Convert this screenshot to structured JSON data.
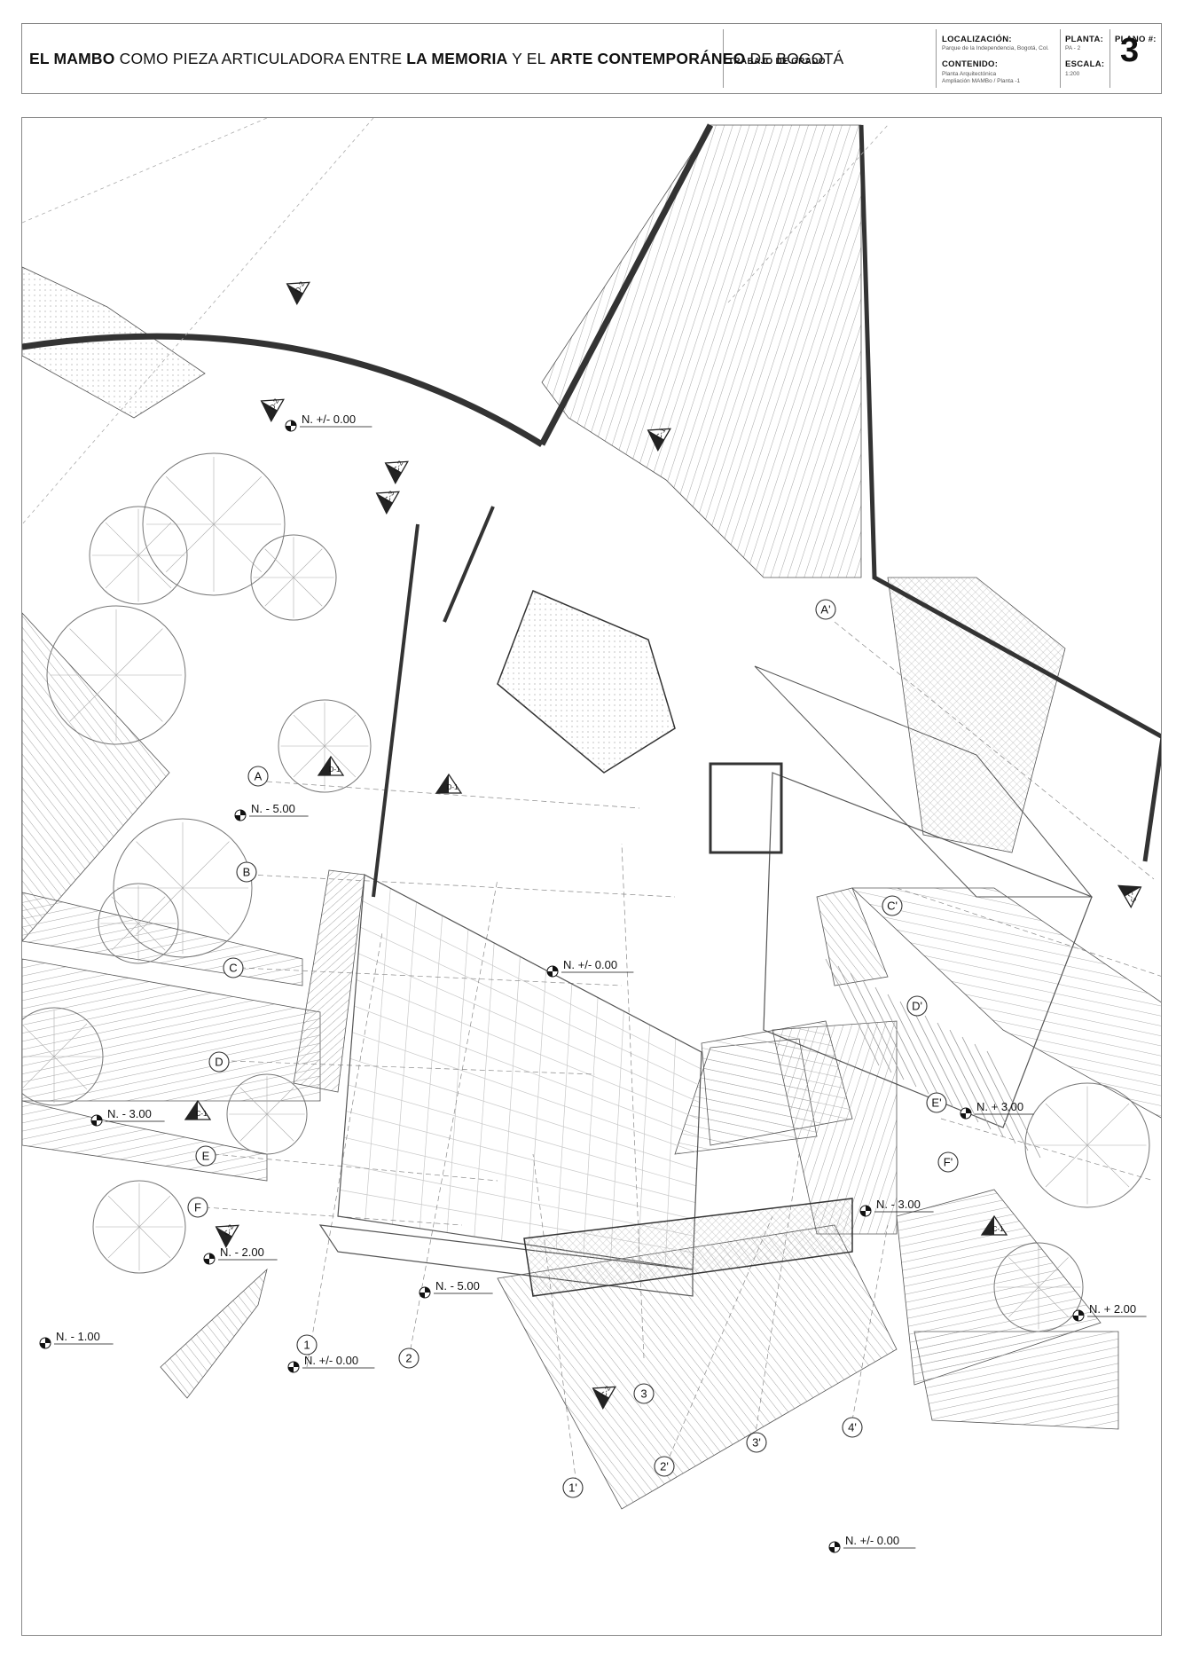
{
  "title_block": {
    "title_parts": [
      {
        "text": "EL MAMBO",
        "bold": true
      },
      {
        "text": " COMO PIEZA ARTICULADORA ENTRE ",
        "bold": false
      },
      {
        "text": "LA MEMORIA",
        "bold": true
      },
      {
        "text": " Y EL ",
        "bold": false
      },
      {
        "text": "ARTE CONTEMPORÁNEO",
        "bold": true
      },
      {
        "text": " DE BOGOTÁ",
        "bold": false
      }
    ],
    "subtitle": "TRABAJO DE GRADO",
    "localizacion_label": "LOCALIZACIÓN:",
    "localizacion_value": "Parque de la Independencia, Bogotá, Col.",
    "contenido_label": "CONTENIDO:",
    "contenido_line1": "Planta Arquitectónica",
    "contenido_line2": "Ampliación MAMBo / Planta -1",
    "planta_label": "PLANTA:",
    "planta_value": "PA - 2",
    "escala_label": "ESCALA:",
    "escala_value": "1:200",
    "plano_label": "PLANO #:",
    "plano_value": "3"
  },
  "level_markers": [
    {
      "id": "lvl-1",
      "label": "N. +/- 0.00"
    },
    {
      "id": "lvl-2",
      "label": "N. - 5.00"
    },
    {
      "id": "lvl-3",
      "label": "N. +/- 0.00"
    },
    {
      "id": "lvl-4",
      "label": "N. - 3.00"
    },
    {
      "id": "lvl-5",
      "label": "N. - 2.00"
    },
    {
      "id": "lvl-6",
      "label": "N. - 1.00"
    },
    {
      "id": "lvl-7",
      "label": "N. +/- 0.00"
    },
    {
      "id": "lvl-8",
      "label": "N. - 5.00"
    },
    {
      "id": "lvl-9",
      "label": "N. + 3.00"
    },
    {
      "id": "lvl-10",
      "label": "N. - 3.00"
    },
    {
      "id": "lvl-11",
      "label": "N. + 2.00"
    },
    {
      "id": "lvl-12",
      "label": "N. +/- 0.00"
    }
  ],
  "grid_bubbles": [
    {
      "id": "gA",
      "label": "A"
    },
    {
      "id": "gB",
      "label": "B"
    },
    {
      "id": "gC",
      "label": "C"
    },
    {
      "id": "gD",
      "label": "D"
    },
    {
      "id": "gE",
      "label": "E"
    },
    {
      "id": "gF",
      "label": "F"
    },
    {
      "id": "g1",
      "label": "1"
    },
    {
      "id": "g2",
      "label": "2"
    },
    {
      "id": "g3",
      "label": "3"
    },
    {
      "id": "gA2",
      "label": "A'"
    },
    {
      "id": "gC2",
      "label": "C'"
    },
    {
      "id": "gD2",
      "label": "D'"
    },
    {
      "id": "gE2",
      "label": "E'"
    },
    {
      "id": "gF2",
      "label": "F'"
    },
    {
      "id": "g1p",
      "label": "1'"
    },
    {
      "id": "g2p",
      "label": "2'"
    },
    {
      "id": "g3p",
      "label": "3'"
    },
    {
      "id": "g4p",
      "label": "4'"
    }
  ],
  "section_marks": [
    {
      "id": "s1",
      "label": "D-2"
    },
    {
      "id": "s2",
      "label": "D-2"
    },
    {
      "id": "s3",
      "label": "C-2"
    },
    {
      "id": "s4",
      "label": "C-3"
    },
    {
      "id": "s5",
      "label": "C-1"
    },
    {
      "id": "s6",
      "label": "D-1"
    },
    {
      "id": "s7",
      "label": "D-1"
    },
    {
      "id": "s8",
      "label": "C-3"
    },
    {
      "id": "s9",
      "label": "C-1"
    },
    {
      "id": "s10",
      "label": "C-1"
    },
    {
      "id": "s11",
      "label": "C-2"
    },
    {
      "id": "s12",
      "label": "C-2"
    }
  ],
  "colors": {
    "wall": "#333333",
    "line": "#555555",
    "hatch": "#9a9a9a",
    "grid": "#c8c8c8",
    "frame": "#888888"
  }
}
